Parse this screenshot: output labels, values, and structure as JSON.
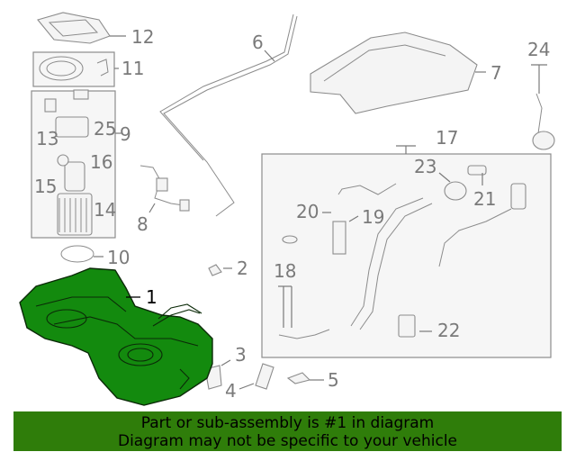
{
  "callouts": {
    "n1": "1",
    "n2": "2",
    "n3": "3",
    "n4": "4",
    "n5": "5",
    "n6": "6",
    "n7": "7",
    "n8": "8",
    "n9": "9",
    "n10": "10",
    "n11": "11",
    "n12": "12",
    "n13": "13",
    "n14": "14",
    "n15": "15",
    "n16": "16",
    "n17": "17",
    "n18": "18",
    "n19": "19",
    "n20": "20",
    "n21": "21",
    "n22": "22",
    "n23": "23",
    "n24": "24",
    "n25": "25"
  },
  "footer": {
    "line1": "Part or sub-assembly is #1 in diagram",
    "line2": "Diagram may not be specific to your vehicle"
  },
  "colors": {
    "highlight_part": "#138a0e",
    "footer_background": "#2f7d0a",
    "line_art": "#8c8c8c"
  }
}
